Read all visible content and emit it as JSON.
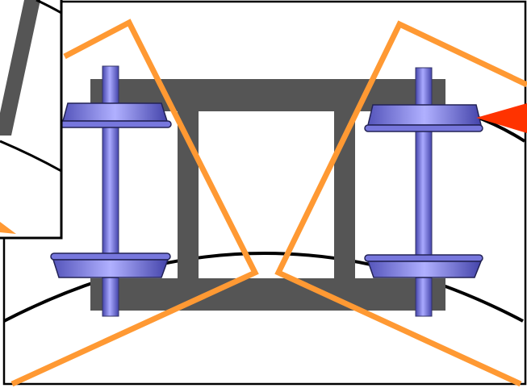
{
  "diagram": {
    "subject": "bogie-wheelset-on-curve",
    "colors": {
      "background": "#ffffff",
      "frame": "#555555",
      "outline": "#000000",
      "guide_lines": "#ff9933",
      "wheelset_light": "#aaaaff",
      "wheelset_mid": "#7777ee",
      "wheelset_dark": "#4444aa",
      "red_marker": "#ff3300"
    },
    "components": {
      "wheelsets": [
        "left-wheelset",
        "right-wheelset"
      ],
      "wheels_per_wheelset": 2,
      "inset": "zoom-inset-top-left",
      "marker": "red-pointer-right"
    }
  }
}
